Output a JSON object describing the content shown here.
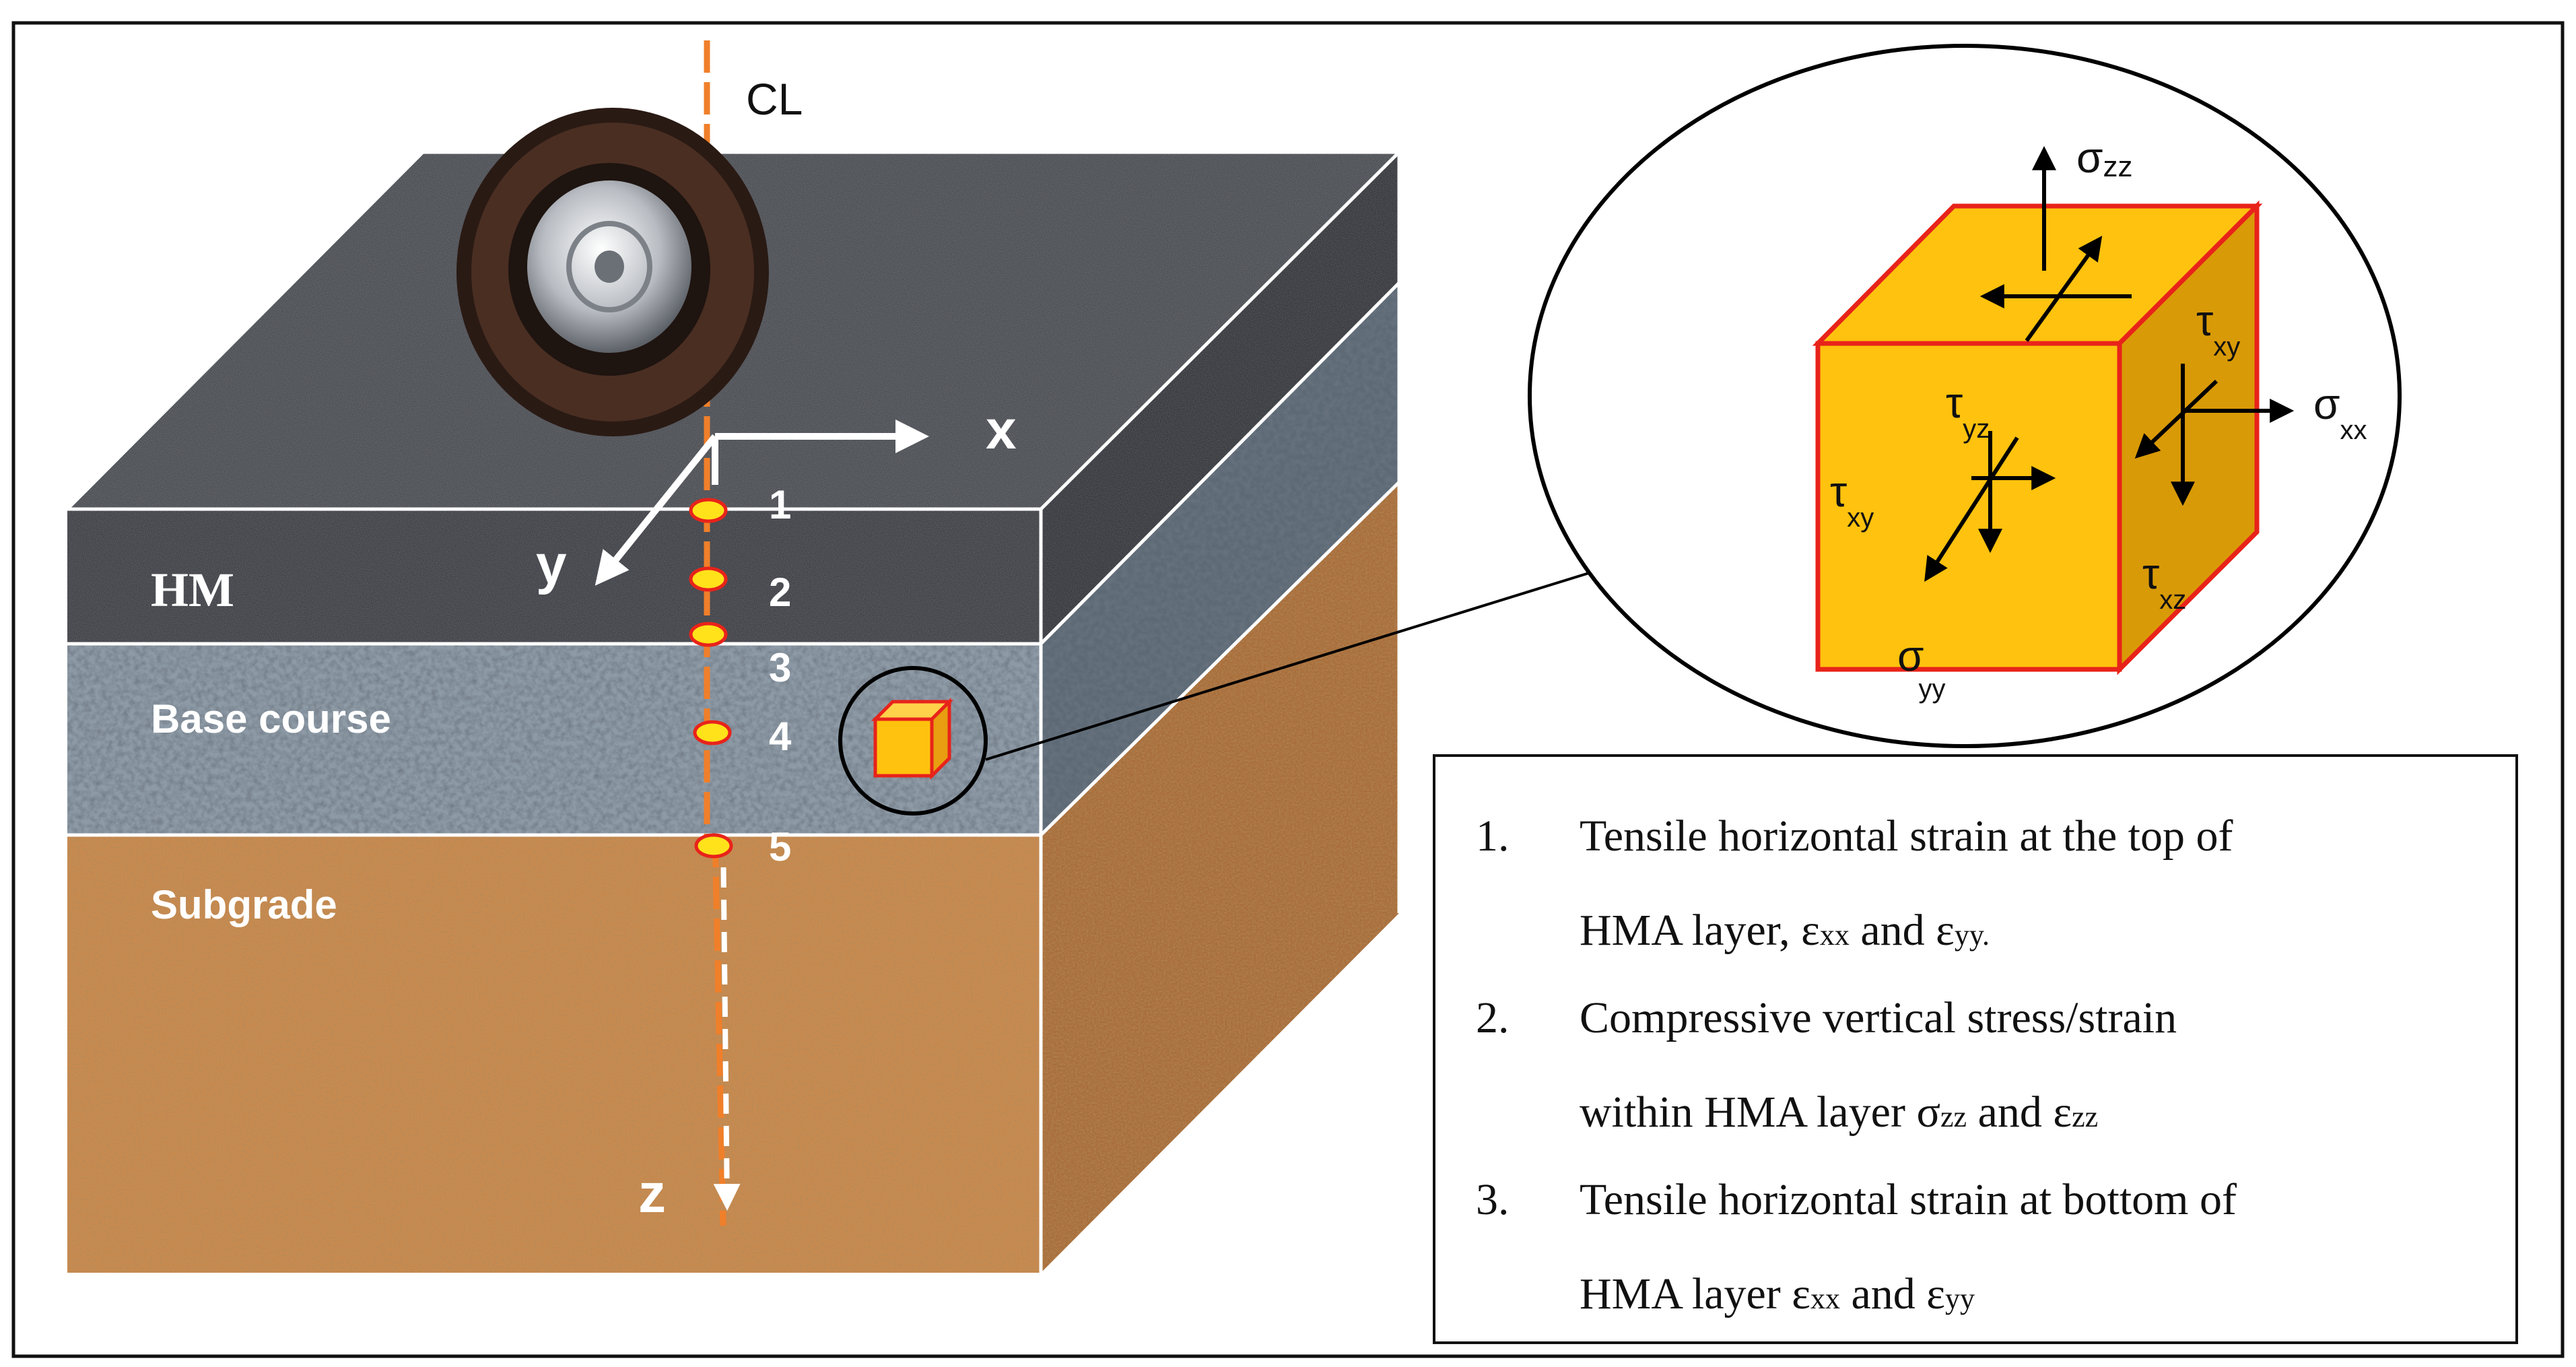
{
  "diagram": {
    "centerline_label": "CL",
    "axis_labels": {
      "x": "x",
      "y": "y",
      "z": "z"
    },
    "layers": [
      {
        "name": "HM",
        "color": "#2b2d33"
      },
      {
        "name": "Base course",
        "color": "#7d8a96"
      },
      {
        "name": "Subgrade",
        "color": "#c98a4e"
      }
    ],
    "points": [
      "1",
      "2",
      "3",
      "4",
      "5"
    ],
    "stress_element": {
      "sigma_zz": {
        "sym": "σ",
        "sub": "zz"
      },
      "sigma_xx": {
        "sym": "σ",
        "sub": "xx"
      },
      "sigma_yy": {
        "sym": "σ",
        "sub": "yy"
      },
      "tau_xy_side": {
        "sym": "τ",
        "sub": "xy"
      },
      "tau_yz": {
        "sym": "τ",
        "sub": "yz"
      },
      "tau_xy_front": {
        "sym": "τ",
        "sub": "xy"
      },
      "tau_xz": {
        "sym": "τ",
        "sub": "xz"
      }
    },
    "colors": {
      "element_face": "#ffc20e",
      "element_edge": "#e8231a",
      "centerline": "#f07f2a",
      "marker": "#ffe21a"
    }
  },
  "legend": {
    "items": [
      {
        "num": "1.",
        "line1": "Tensile horizontal strain at the top of",
        "line2_pre": "HMA layer, ε",
        "s1": "xx",
        "mid": " and ε",
        "s2": "yy.",
        "post": ""
      },
      {
        "num": "2.",
        "line1": "Compressive vertical stress/strain",
        "line2_pre": "within HMA layer σ",
        "s1": "zz",
        "mid": " and ε",
        "s2": "zz",
        "post": ""
      },
      {
        "num": "3.",
        "line1": "Tensile horizontal strain at bottom of",
        "line2_pre": "HMA layer ε",
        "s1": "xx",
        "mid": " and ε",
        "s2": "yy",
        "post": ""
      }
    ]
  }
}
